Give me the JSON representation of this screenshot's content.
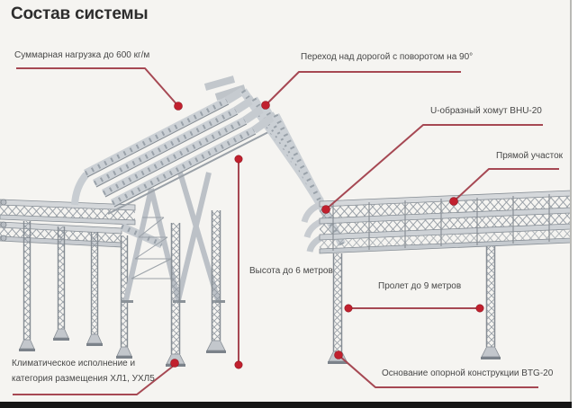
{
  "palette": {
    "bg": "#f5f4f1",
    "accent-line": "#a64853",
    "accent-dot": "#c1202e",
    "label-color": "#474747",
    "title-color": "#2d2d2d"
  },
  "header": {
    "title": "Состав системы"
  },
  "callouts": {
    "total_load": {
      "text": "Суммарная нагрузка до 600 кг/м"
    },
    "road_crossing": {
      "text": "Переход над дорогой с поворотом на 90°"
    },
    "u_clamp": {
      "text": "U-образный хомут BHU-20"
    },
    "straight_section": {
      "text": "Прямой участок"
    },
    "height": {
      "text": "Высота до 6 метров"
    },
    "span": {
      "text": "Пролет до 9 метров"
    },
    "climatic": {
      "lines": [
        "Климатическое исполнение и",
        "категория размещения ХЛ1, УХЛ5"
      ]
    },
    "base": {
      "text": "Основание опорной конструкции BTG-20"
    }
  }
}
